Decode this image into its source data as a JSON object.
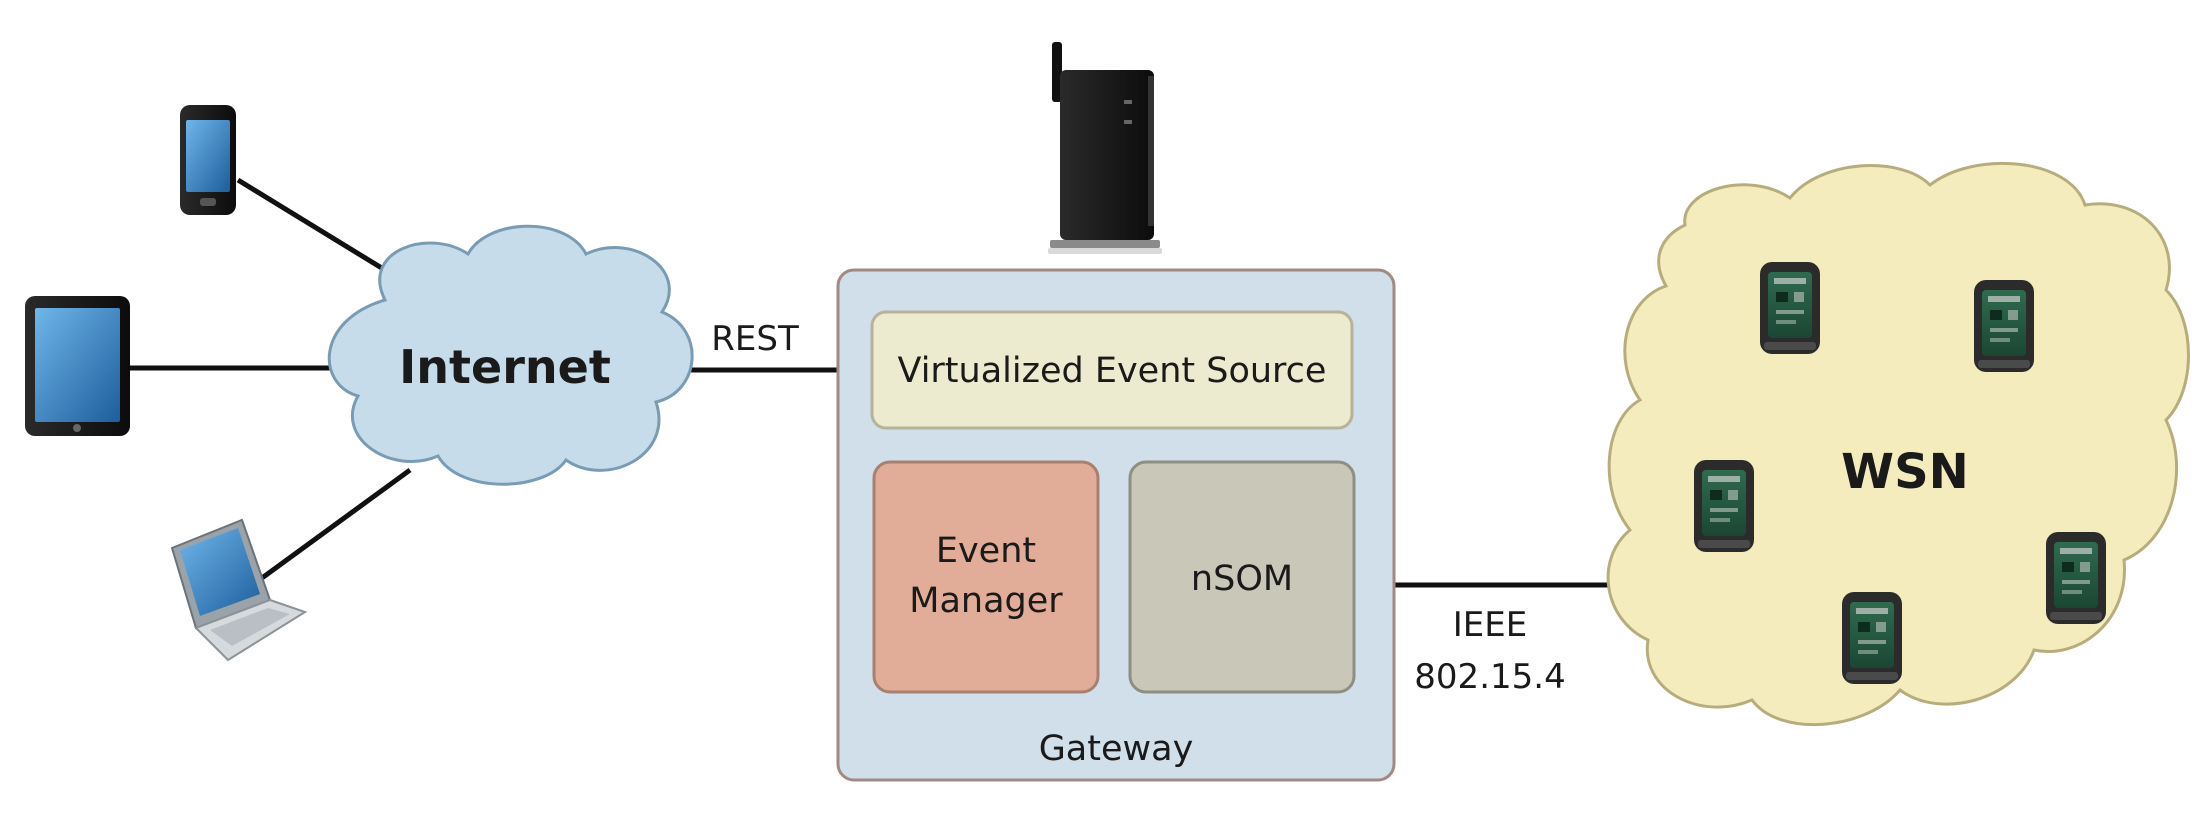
{
  "labels": {
    "internet": "Internet",
    "rest": "REST",
    "virtualized_event_source": "Virtualized Event Source",
    "event_manager_line1": "Event",
    "event_manager_line2": "Manager",
    "nsom": "nSOM",
    "gateway": "Gateway",
    "ieee_line1": "IEEE",
    "ieee_line2": "802.15.4",
    "wsn": "WSN"
  },
  "colors": {
    "cloud_internet": "#c6dcea",
    "cloud_wsn": "#f5ecbe",
    "gateway_box": "#d1dfea",
    "ves_box": "#ecebcf",
    "event_manager_box": "#e2ad98",
    "nsom_box": "#c8c7b8"
  },
  "icons": [
    "smartphone-icon",
    "tablet-icon",
    "laptop-icon",
    "router-device-icon",
    "sensor-node-icon"
  ]
}
